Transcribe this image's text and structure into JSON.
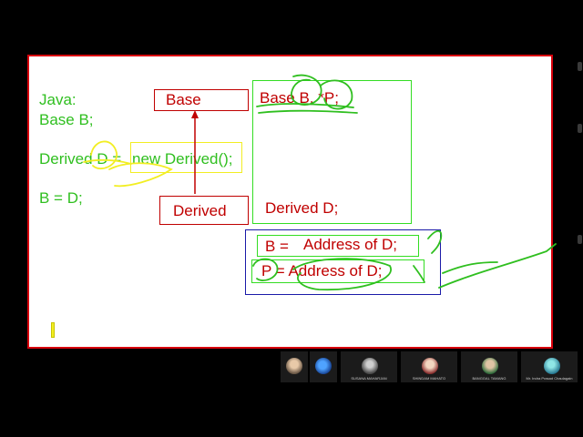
{
  "slide": {
    "java_label": "Java:",
    "decl_base": "Base B;",
    "decl_derived_lhs": "Derived D =",
    "decl_derived_rhs": "new Derived();",
    "assign": "B = D;",
    "uml_base": "Base",
    "uml_derived": "Derived",
    "mem_base_line": "Base B, *P;",
    "mem_derived_line": "Derived D;",
    "ptr_b": "B =",
    "ptr_b_value": "Address of D;",
    "ptr_p": "P = Address of D;"
  },
  "colors": {
    "slide_border": "#d8000c",
    "code_text": "#2fbf1f",
    "emphasis_text": "#c00000",
    "highlight_box": "#f2ee22",
    "memory_box": "#33dd22",
    "pointer_box": "#1a1aa8"
  },
  "participants": [
    {
      "name": "",
      "icon": "person-photo-icon"
    },
    {
      "name": "",
      "icon": "globe-logo-icon"
    },
    {
      "name": "SUSANA MAHARJAN",
      "icon": "person-photo-icon"
    },
    {
      "name": "SHINDAM MAHATO",
      "icon": "person-photo-icon"
    },
    {
      "name": "BANGGAL TAMANG",
      "icon": "person-photo-icon"
    },
    {
      "name": "Mr. Indra Prasad Chaulagain",
      "icon": "globe-logo-icon"
    }
  ]
}
